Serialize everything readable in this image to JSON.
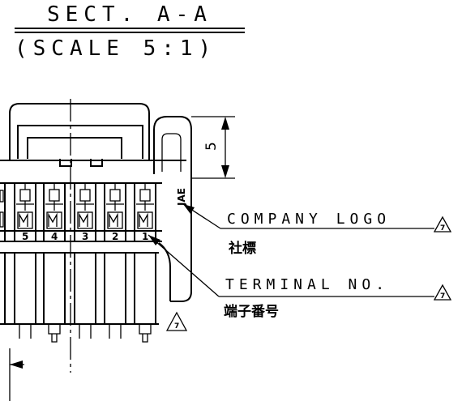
{
  "title": {
    "section": "SECT. A-A",
    "scale": "(SCALE 5:1)"
  },
  "dimension": {
    "value": "5"
  },
  "terminals": [
    "5",
    "4",
    "3",
    "2",
    "1"
  ],
  "logo_mark": "JAE",
  "callouts": {
    "company_logo": {
      "label": "COMPANY LOGO",
      "japanese": "社標",
      "revision": "7"
    },
    "terminal_no": {
      "label": "TERMINAL NO.",
      "japanese": "端子番号",
      "revision": "7"
    }
  },
  "revision_marker": "7"
}
